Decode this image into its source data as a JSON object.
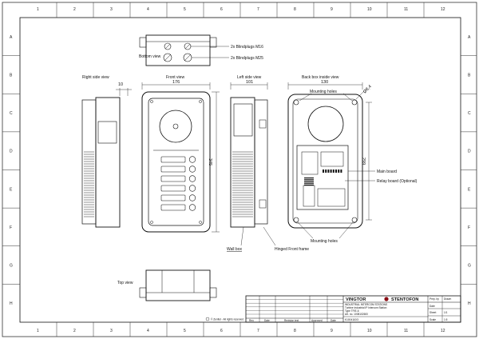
{
  "grid": {
    "columns": [
      "1",
      "2",
      "3",
      "4",
      "5",
      "6",
      "7",
      "8",
      "9",
      "10",
      "11",
      "12"
    ],
    "rows": [
      "A",
      "B",
      "C",
      "D",
      "E",
      "F",
      "G",
      "H"
    ]
  },
  "views": {
    "bottom": "Bottom view",
    "right_side": "Right side view",
    "front": "Front view",
    "left_side": "Left side view",
    "back": "Back box inside view",
    "top": "Top view"
  },
  "callouts": {
    "blindplugs_m16": "2x Blindplugs M16",
    "blindplugs_m25": "2x Blindplugs M25",
    "mounting_holes_top": "Mounting holes",
    "main_board": "Main board",
    "relay_board": "Relay board (Optional)",
    "mounting_holes_bottom": "Mounting holes",
    "wall_box": "Wall box",
    "hinged_front_frame": "Hinged Front frame"
  },
  "dimensions": {
    "side_offset": "10",
    "front_width": "176",
    "side_depth": "101",
    "back_width": "130",
    "front_height": "345",
    "back_height": "299",
    "hole_dia": "Ø8,4"
  },
  "title_block": {
    "brand_left": "VINGTOR",
    "brand_right": "STENTOFON",
    "product_line1": "INDUSTRIAL INTERCOM STATIONS",
    "product_line2": "Turbine Industrial IP Intercom Station",
    "product_line3": "Type TFIE-6",
    "product_line4": "Art. no. 1008102600",
    "drawing_no": "K1004110/3",
    "copyright": "© Zenitel - All rights reserved",
    "col_rev": "Rev.",
    "col_date": "Date",
    "col_revision_text": "Revision text",
    "col_approved": "Approved",
    "col_date2": "Date",
    "col_prep": "Prep. by",
    "col_drawn": "Drawn",
    "col_date3": "Date",
    "col_sheet": "Sheet",
    "sheet_value": "1/1",
    "scale_label": "Scale",
    "scale_value": "1:5"
  }
}
